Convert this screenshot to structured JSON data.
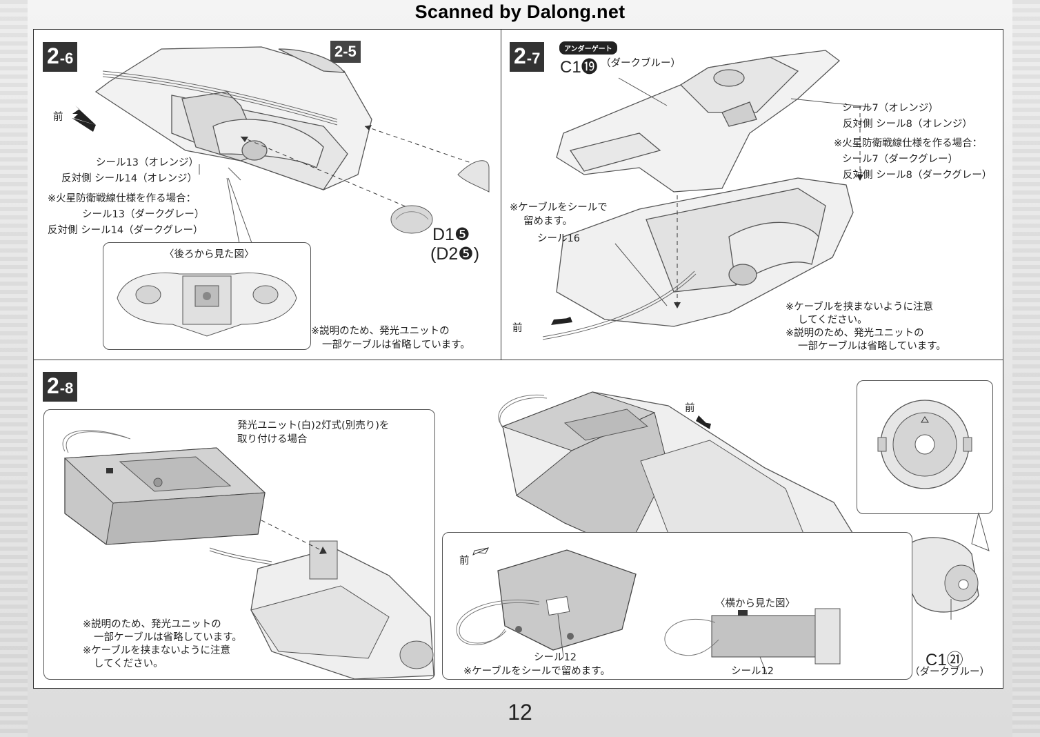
{
  "watermark": "Scanned by Dalong.net",
  "page_number": "12",
  "step_2_6": {
    "step_main": "2",
    "step_sub": "-6",
    "ref_step": "2-5",
    "front_label": "前",
    "seal_13_line": "シール13（オレンジ）",
    "seal_14_line": "反対側 シール14（オレンジ）",
    "mars_note": "※火星防衛戦線仕様を作る場合：",
    "seal_13_alt": "シール13（ダークグレー）",
    "seal_14_alt": "反対側 シール14（ダークグレー）",
    "rear_view_label": "〈後ろから見た図〉",
    "part_d1": "D1❺",
    "part_d2": "(D2❺)",
    "note_line1": "※説明のため、発光ユニットの",
    "note_line2": "一部ケーブルは省略しています。"
  },
  "step_2_7": {
    "step_main": "2",
    "step_sub": "-7",
    "under_gate_tag": "アンダーゲート",
    "part_c1": "C1⓳",
    "part_c1_color": "（ダークブルー）",
    "seal_7_line": "シール7（オレンジ）",
    "seal_8_line": "反対側 シール8（オレンジ）",
    "mars_note": "※火星防衛戦線仕様を作る場合：",
    "seal_7_alt": "シール7（ダークグレー）",
    "seal_8_alt": "反対側 シール8（ダークグレー）",
    "cable_note_1": "※ケーブルをシールで",
    "cable_note_2": "留めます。",
    "seal_16": "シール16",
    "front_label": "前",
    "caution_1": "※ケーブルを挟まないように注意",
    "caution_2": "してください。",
    "caution_3": "※説明のため、発光ユニットの",
    "caution_4": "一部ケーブルは省略しています。"
  },
  "step_2_8": {
    "step_main": "2",
    "step_sub": "-8",
    "unit_title_1": "発光ユニット(白)2灯式(別売り)を",
    "unit_title_2": "取り付ける場合",
    "note_1": "※説明のため、発光ユニットの",
    "note_2": "一部ケーブルは省略しています。",
    "note_3": "※ケーブルを挟まないように注意",
    "note_4": "してください。",
    "front_label_a": "前",
    "front_label_b": "前",
    "seal_12_a": "シール12",
    "seal_note": "※ケーブルをシールで留めます。",
    "side_view_label": "〈横から見た図〉",
    "seal_12_b": "シール12",
    "part_c1": "C1㉑",
    "part_c1_color": "（ダークブルー）"
  }
}
